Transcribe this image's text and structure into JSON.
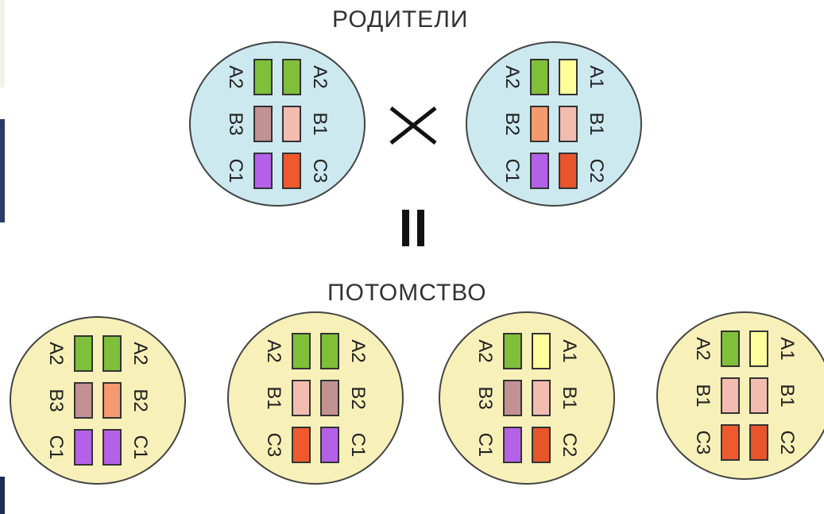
{
  "titles": {
    "parents": "РОДИТЕЛИ",
    "offspring": "ПОТОМСТВО"
  },
  "colors": {
    "parent_cell": "#cce9ef",
    "offspring_cell": "#f7f1b9",
    "A2": "#7fbf3a",
    "A1": "#ffff9c",
    "B3": "#c29191",
    "B1": "#f2bcb0",
    "B2": "#f59a6e",
    "C1": "#b461e8",
    "C3": "#ee5a2e",
    "C2": "#e8552b"
  },
  "parents": [
    {
      "name": "parent-1",
      "rows": [
        {
          "left": "A2",
          "right": "A2"
        },
        {
          "left": "B3",
          "right": "B1"
        },
        {
          "left": "C1",
          "right": "C3"
        }
      ]
    },
    {
      "name": "parent-2",
      "rows": [
        {
          "left": "A2",
          "right": "A1"
        },
        {
          "left": "B2",
          "right": "B1"
        },
        {
          "left": "C1",
          "right": "C2"
        }
      ]
    }
  ],
  "offspring": [
    {
      "name": "offspring-1",
      "rows": [
        {
          "left": "A2",
          "right": "A2"
        },
        {
          "left": "B3",
          "right": "B2"
        },
        {
          "left": "C1",
          "right": "C1"
        }
      ]
    },
    {
      "name": "offspring-2",
      "rows": [
        {
          "left": "A2",
          "right": "A2"
        },
        {
          "left": "B1",
          "right": "B2",
          "left_color": "B1",
          "right_color": "B3"
        },
        {
          "left": "C3",
          "right": "C1"
        }
      ]
    },
    {
      "name": "offspring-3",
      "rows": [
        {
          "left": "A2",
          "right": "A1"
        },
        {
          "left": "B3",
          "right": "B1"
        },
        {
          "left": "C1",
          "right": "C2"
        }
      ]
    },
    {
      "name": "offspring-4",
      "rows": [
        {
          "left": "A2",
          "right": "A1"
        },
        {
          "left": "B1",
          "right": "B1"
        },
        {
          "left": "C3",
          "right": "C2"
        }
      ]
    }
  ]
}
